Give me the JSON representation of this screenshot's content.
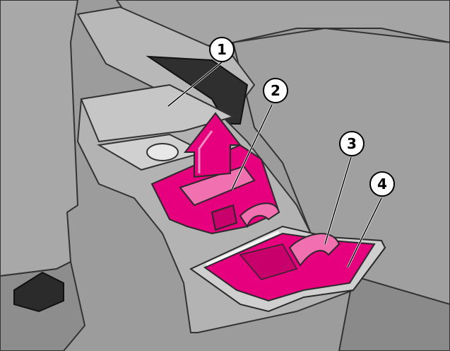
{
  "callouts": [
    {
      "label": "1"
    },
    {
      "label": "2"
    },
    {
      "label": "3"
    },
    {
      "label": "4"
    }
  ],
  "colors": {
    "background": "#9a9a9a",
    "console": "#b3b3b3",
    "highlight_magenta": "#e6007e",
    "highlight_light": "#f070b0",
    "outline": "#2a2a2a"
  },
  "icons": [
    "arrow-up-icon"
  ]
}
